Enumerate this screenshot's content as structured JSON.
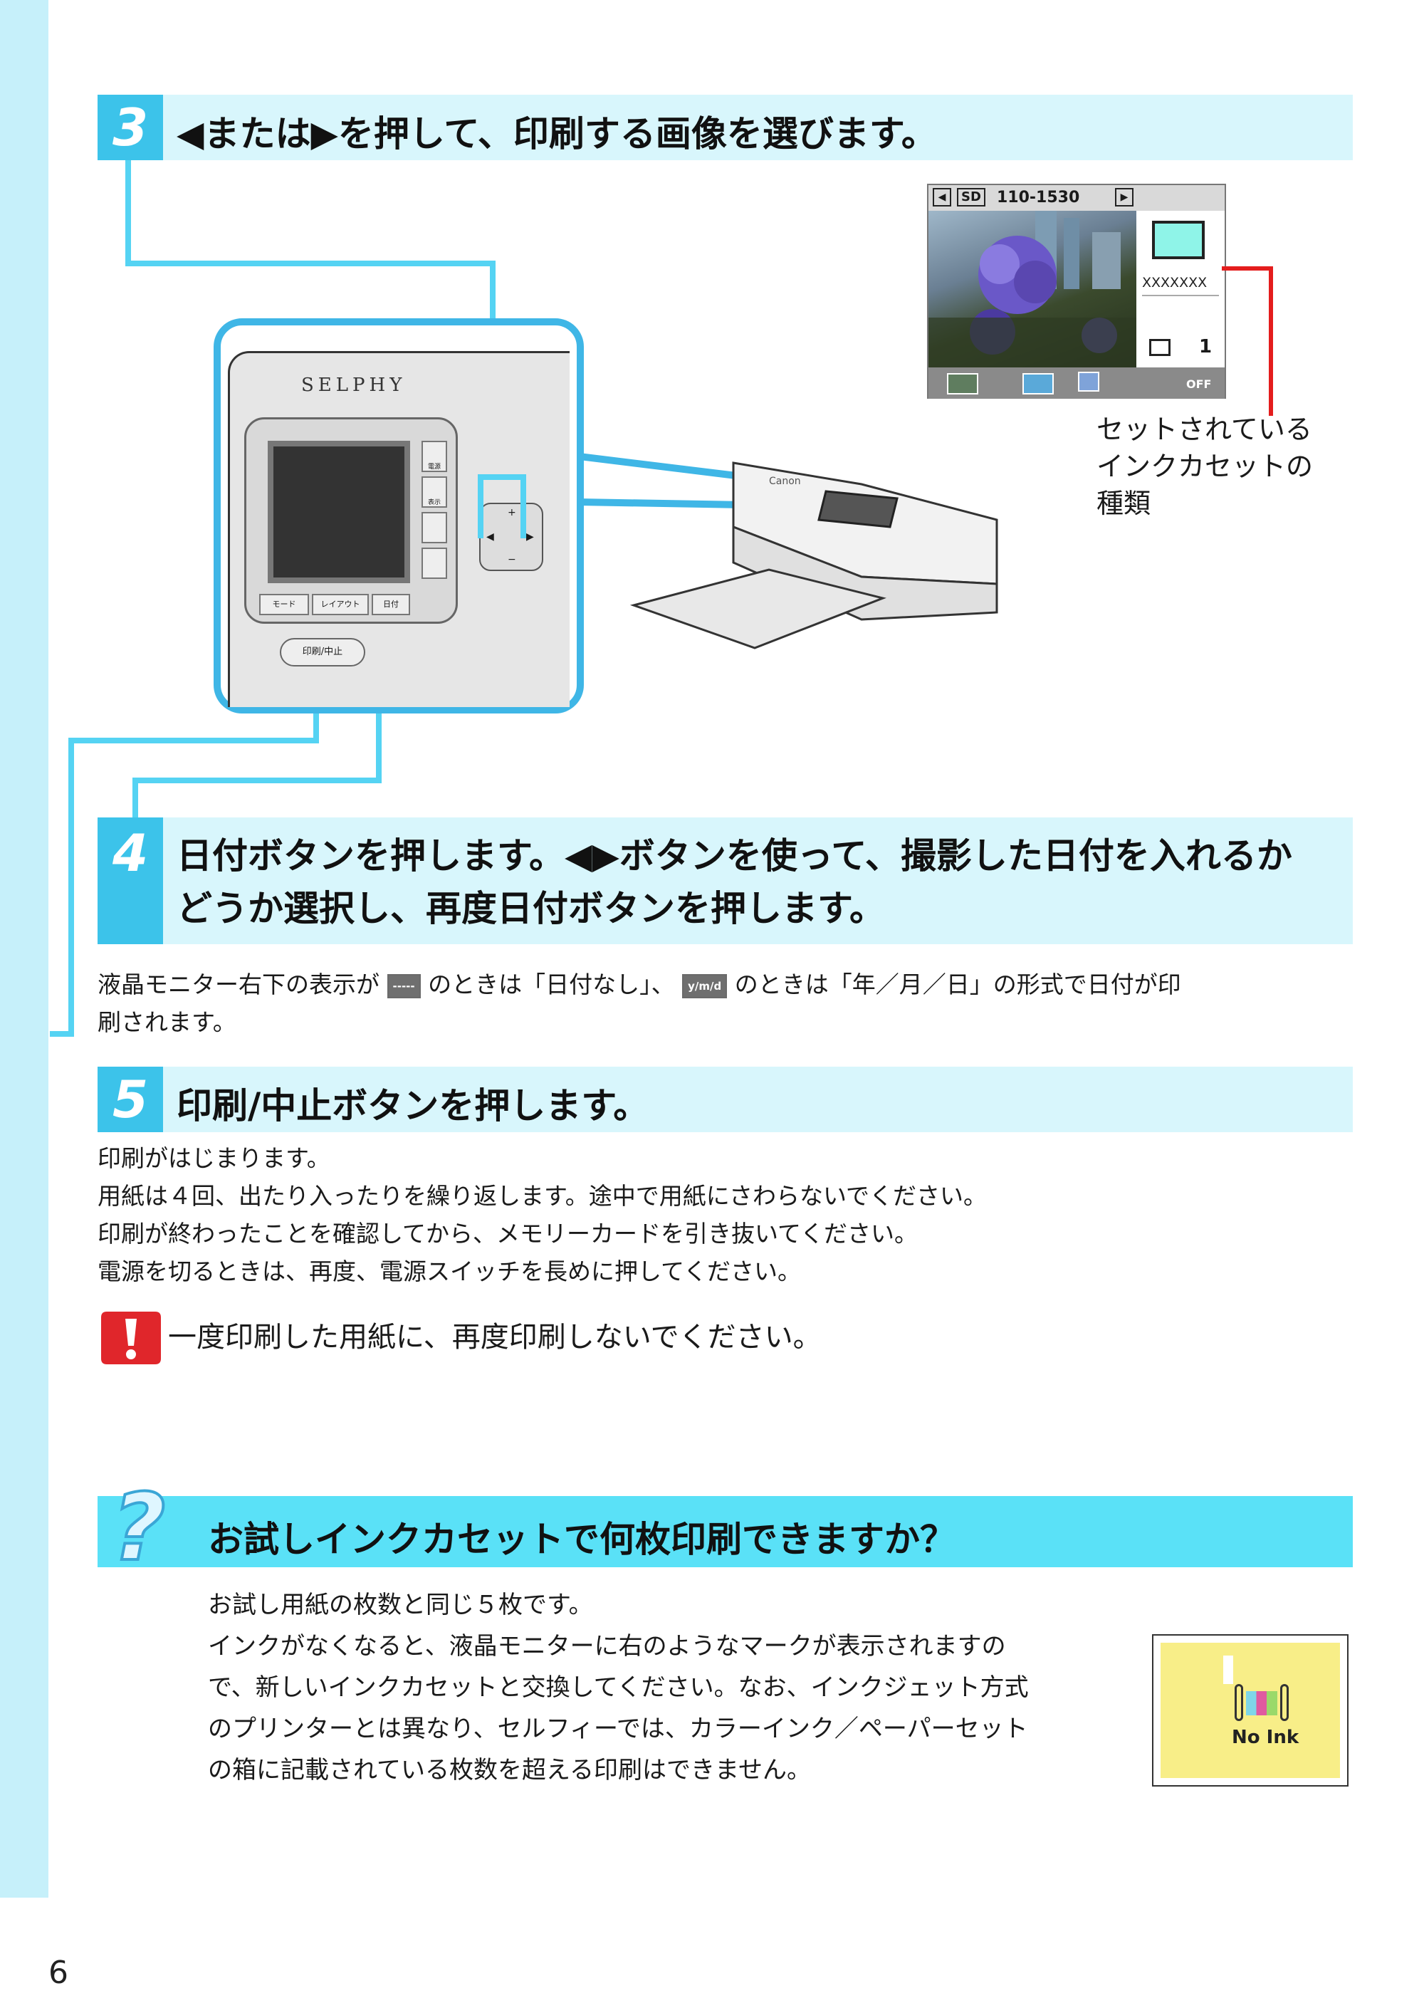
{
  "step3": {
    "number": "3",
    "title": "◀または▶を押して、印刷する画像を選びます。"
  },
  "lcd": {
    "card": "SD",
    "file_number": "110-1530",
    "ink_name": "XXXXXXX",
    "copies": "1",
    "date_off": "OFF"
  },
  "callout": {
    "line1": "セットされている",
    "line2": "インクカセットの",
    "line3": "種類"
  },
  "printer": {
    "brand": "SELPHY",
    "panel_buttons": [
      "モード",
      "レイアウト",
      "日付"
    ],
    "side_buttons": [
      "電源",
      "表示"
    ],
    "print_button": "印刷/中止",
    "maker": "Canon"
  },
  "step4": {
    "number": "4",
    "title_line1": "日付ボタンを押します。◀▶ボタンを使って、撮影した日付を入れるか",
    "title_line2": "どうか選択し、再度日付ボタンを押します。",
    "body_part1": "液晶モニター右下の表示が",
    "chip_off": "-----",
    "body_part2": "のときは「日付なし」、",
    "chip_ymd": "y/m/d",
    "body_part3": "のときは「年／月／日」の形式で日付が印",
    "body_line2": "刷されます。"
  },
  "step5": {
    "number": "5",
    "title": "印刷/中止ボタンを押します。",
    "lines": [
      "印刷がはじまります。",
      "用紙は４回、出たり入ったりを繰り返します。途中で用紙にさわらないでください。",
      "印刷が終わったことを確認してから、メモリーカードを引き抜いてください。",
      "電源を切るときは、再度、電源スイッチを長めに押してください。"
    ]
  },
  "caution": {
    "text": "一度印刷した用紙に、再度印刷しないでください。"
  },
  "faq": {
    "question": "お試しインクカセットで何枚印刷できますか？",
    "lines": [
      "お試し用紙の枚数と同じ５枚です。",
      "インクがなくなると、液晶モニターに右のようなマークが表示されますの",
      "で、新しいインクカセットと交換してください。なお、インクジェット方式",
      "のプリンターとは異なり、セルフィーでは、カラーインク／ペーパーセット",
      "の箱に記載されている枚数を超える印刷はできません。"
    ],
    "no_ink_label": "No Ink"
  },
  "page_number": "6",
  "colors": {
    "accent": "#3cc3ea",
    "band": "#d8f6fc",
    "faq_band": "#5ae1f7",
    "strip": "#c6f0fa",
    "caution": "#e0262b",
    "callout_line": "#e41d1d"
  }
}
